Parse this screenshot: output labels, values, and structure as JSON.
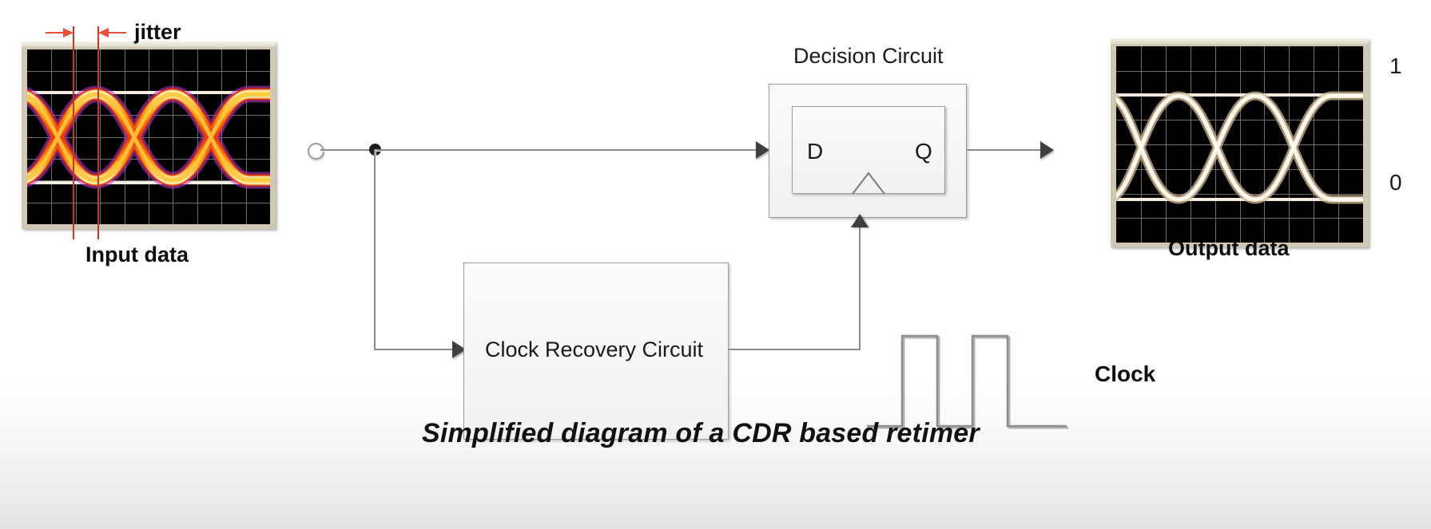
{
  "figure": {
    "caption": "Simplified diagram of  a CDR based retimer"
  },
  "input_scope": {
    "annotation_label": "jitter",
    "caption": "Input data",
    "grid_cols": 10,
    "grid_rows": 8,
    "trace_color": "#ff8c10",
    "screen_color": "#000000"
  },
  "output_scope": {
    "caption": "Output data",
    "level_high_label": "1",
    "level_low_label": "0",
    "grid_cols": 10,
    "grid_rows": 8,
    "trace_color": "#f2e3c8",
    "screen_color": "#000000"
  },
  "diagram": {
    "decision_circuit": {
      "title": "Decision Circuit",
      "flipflop": {
        "input_label": "D",
        "output_label": "Q",
        "clock_marker": "clock-triangle"
      }
    },
    "clock_recovery": {
      "label": "Clock Recovery Circuit"
    },
    "clock_waveform": {
      "label": "Clock",
      "pulses": 2
    },
    "nodes": {
      "input_terminal": "open-circle",
      "branch_point": "junction-dot"
    }
  },
  "colors": {
    "jitter_marker": "#c0392b",
    "wire": "#8c8c8c",
    "arrow": "#3f3f3f",
    "bezel": "#cfc9b4"
  }
}
